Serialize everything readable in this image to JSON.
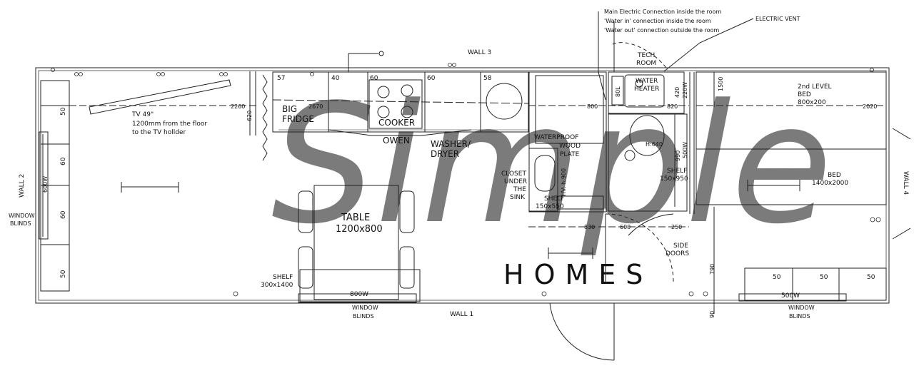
{
  "watermark": {
    "brand": "Simple",
    "sub": "HOMES"
  },
  "walls": {
    "wall1": "WALL  1",
    "wall2": "WALL  2",
    "wall3": "WALL  3",
    "wall4": "WALL  4"
  },
  "notes": {
    "electric": "Main Electric Connection inside the room",
    "water_in": "'Water in' connection inside the room",
    "water_out": "'Water out' connection outside the room",
    "vent": "ELECTRIC VENT"
  },
  "tv": {
    "l1": "TV 49\"",
    "l2": "1200mm  from  the floor",
    "l3": "to the TV hollder"
  },
  "kitchen": {
    "fridge1": "BIG",
    "fridge2": "FRIDGE",
    "cooker": "COOKER",
    "owen": "OWEN",
    "washer1": "WASHER/",
    "washer2": "DRYER",
    "w57": "57",
    "w40": "40",
    "w60a": "60",
    "w60b": "60",
    "w58": "58"
  },
  "bath": {
    "wp1": "WATERPROOF",
    "wp2": "WOOD",
    "wp3": "PLATE",
    "cl1": "CLOSET",
    "cl2": "UNDER",
    "cl3": "THE",
    "cl4": "SINK",
    "shelf": "SHELF",
    "shelf_size": "150x550",
    "hv": "HV: h:900",
    "wc_h": "H:640",
    "shelf2": "SHELF",
    "shelf2_size": "150x950",
    "w500": "500W",
    "w990": "990"
  },
  "tech": {
    "t1": "TECH",
    "t2": "ROOM",
    "wh1": "WATER",
    "wh2": "HEATER",
    "boiler": "80L",
    "w220": "220W",
    "d420": "420"
  },
  "table": {
    "t1": "TABLE",
    "t2": "1200x800"
  },
  "left": {
    "blinds1": "WINDOW",
    "blinds2": "BLINDS",
    "m50a": "50",
    "m60a": "60",
    "m60b": "60",
    "m50b": "50",
    "h600": "600W",
    "shelf1": "SHELF",
    "shelf2": "300x1400",
    "w800": "800W",
    "bottom_blinds1": "WINDOW",
    "bottom_blinds2": "BLINDS"
  },
  "bedroom": {
    "b1": "2nd  LEVEL",
    "b2": "BED",
    "b3": "800x200",
    "bed1": "BED",
    "bed2": "1400x2000",
    "c50a": "50",
    "c50b": "50",
    "c50c": "50",
    "w500": "500W",
    "blinds1": "WINDOW",
    "blinds2": "BLINDS",
    "d1500": "1500"
  },
  "doors": {
    "d1": "SIDE",
    "d2": "DOORS"
  },
  "dims": {
    "d2260": "2260",
    "d620": "620",
    "d2670": "2670",
    "d800": "800",
    "d820": "820",
    "d2020": "2020",
    "d830": "830",
    "d600": "600",
    "d250": "250",
    "d790": "790",
    "d90": "90"
  }
}
